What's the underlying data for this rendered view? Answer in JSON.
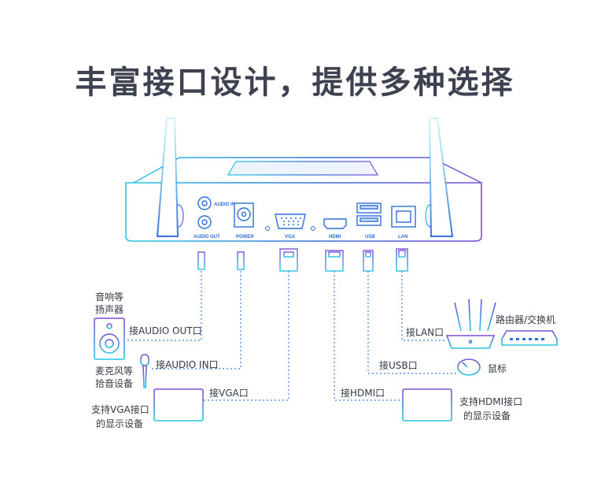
{
  "headline": "丰富接口设计，提供多种选择",
  "ports": {
    "audio_in": "AUDIO IN",
    "audio_out": "AUDIO OUT",
    "power": "POWER",
    "vga": "VGA",
    "hdmi": "HDMI",
    "usb": "USB",
    "lan": "LAN"
  },
  "connections": {
    "audio_out": "接AUDIO OUT口",
    "audio_in": "接AUDIO IN口",
    "vga": "接VGA口",
    "hdmi": "接HDMI口",
    "usb": "接USB口",
    "lan": "接LAN口"
  },
  "devices": {
    "speaker": [
      "音响等",
      "扬声器"
    ],
    "microphone": [
      "麦克风等",
      "拾音设备"
    ],
    "vga_display": [
      "支持VGA接口",
      "的显示设备"
    ],
    "hdmi_display": [
      "支持HDMI接口",
      "的显示设备"
    ],
    "mouse": "鼠标",
    "router": "路由器/交换机"
  },
  "colors": {
    "cyan": "#27c6e6",
    "blue": "#3a6fdb",
    "purple": "#7a4fd6",
    "dotted_line": "#5b95e6"
  }
}
